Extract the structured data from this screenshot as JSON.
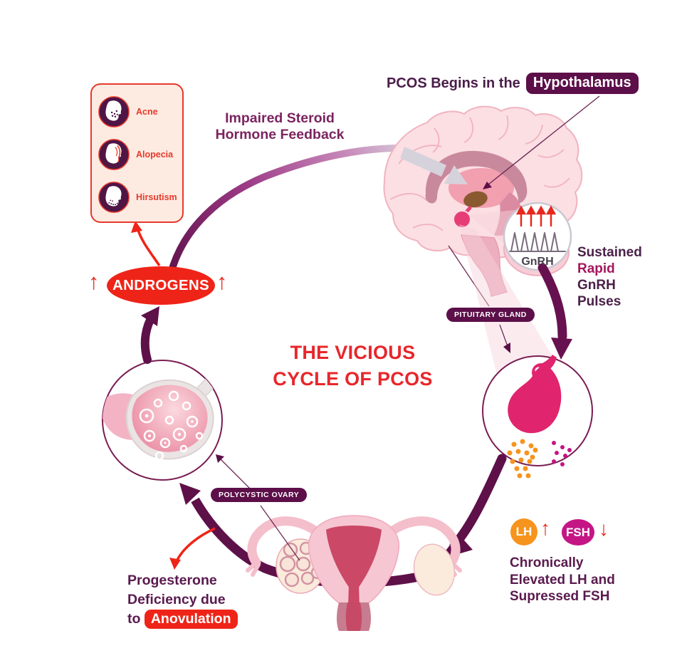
{
  "header": {
    "prefix": "PCOS Begins in the",
    "highlight": "Hypothalamus"
  },
  "center_title": {
    "line1": "THE VICIOUS",
    "line2": "CYCLE OF PCOS"
  },
  "feedback": {
    "line1": "Impaired Steroid",
    "line2": "Hormone Feedback"
  },
  "gnrh": {
    "circle_label": "GnRH",
    "caption": {
      "line1": "Sustained",
      "line2": "Rapid",
      "line3": "GnRH",
      "line4": "Pulses"
    },
    "pulse_count": 4
  },
  "pituitary": {
    "badge": "PITUITARY GLAND"
  },
  "hormones": {
    "lh": "LH",
    "lh_arrow": "↑",
    "fsh": "FSH",
    "fsh_arrow": "↓",
    "caption": {
      "line1": "Chronically",
      "line2": "Elevated LH and",
      "line3": "Supressed FSH"
    }
  },
  "polycystic": {
    "badge": "POLYCYSTIC OVARY"
  },
  "progesterone": {
    "line1": "Progesterone",
    "line2": "Deficiency due",
    "line3_prefix": "to",
    "highlight": "Anovulation"
  },
  "androgens": {
    "label": "ANDROGENS",
    "up_arrow": "↑"
  },
  "symptoms": {
    "items": [
      {
        "label": "Acne",
        "icon": "acne-face-icon"
      },
      {
        "label": "Alopecia",
        "icon": "alopecia-face-icon"
      },
      {
        "label": "Hirsutism",
        "icon": "hirsutism-face-icon"
      }
    ]
  },
  "colors": {
    "cycle_purple": "#5E1049",
    "badge_purple": "#5C0F49",
    "accent_red": "#EF2418",
    "title_red": "#E8262B",
    "lh_orange": "#F7941D",
    "fsh_magenta": "#C51585",
    "text_purple": "#5A1A4E",
    "rapid_magenta": "#A3165C"
  }
}
